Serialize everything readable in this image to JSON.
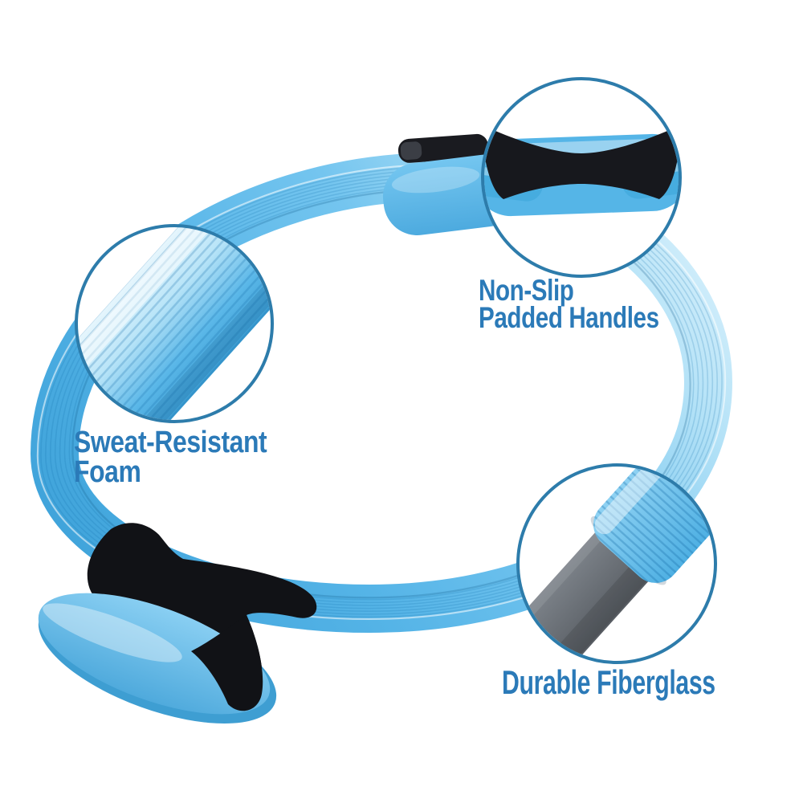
{
  "image": {
    "subject": "pilates-resistance-ring",
    "style": "product-feature-infographic",
    "background": "#ffffff"
  },
  "colors": {
    "label_text": "#2b7ab8",
    "callout_border": "#2d7cab",
    "ring_blue": "#55b4e7",
    "ring_blue_deep": "#3fa3da",
    "ring_highlight": "#eef9fe",
    "handle_black": "#14151a",
    "pad_blue": "#6ec2ee",
    "fiberglass_gray": "#6b7076"
  },
  "callouts": [
    {
      "id": "padded-handles",
      "label_lines": [
        "Non-Slip",
        "Padded Handles"
      ],
      "detail": "handle-grip-closeup"
    },
    {
      "id": "sweat-resistant-foam",
      "label_lines": [
        "Sweat-Resistant",
        "Foam"
      ],
      "detail": "foam-texture-closeup"
    },
    {
      "id": "durable-fiberglass",
      "label_lines": [
        "Durable Fiberglass"
      ],
      "detail": "fiberglass-core-closeup"
    }
  ]
}
